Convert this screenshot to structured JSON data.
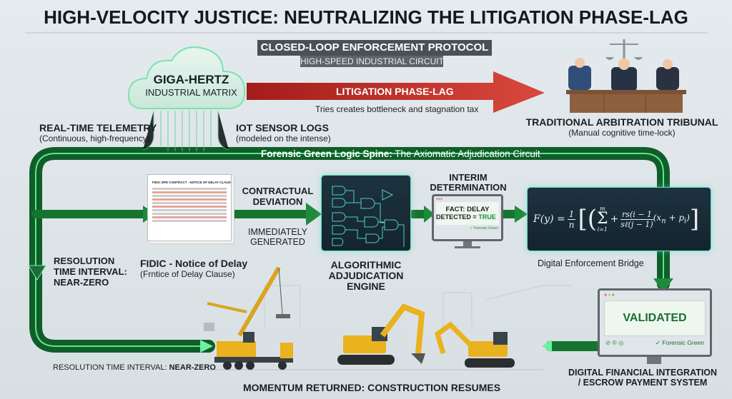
{
  "title": "HIGH-VELOCITY JUSTICE: NEUTRALIZING THE LITIGATION PHASE-LAG",
  "protocol": {
    "title": "CLOSED-LOOP ENFORCEMENT PROTOCOL",
    "subtitle": "HIGH-SPEED INDUSTRIAL CIRCUIT"
  },
  "cloud": {
    "title": "GIGA-HERTZ",
    "subtitle": "INDUSTRIAL MATRIX"
  },
  "telemetry": {
    "title": "REAL-TIME TELEMETRY",
    "subtitle": "(Continuous, high-frequency)"
  },
  "iot": {
    "title": "IOT SENSOR LOGS",
    "subtitle": "(modeled on the intense)"
  },
  "lag": {
    "title": "LITIGATION PHASE-LAG",
    "subtitle": "Tries creates bottleneck and stagnation tax"
  },
  "tribunal": {
    "title": "TRADITIONAL ARBITRATION TRIBUNAL",
    "subtitle": "(Manual cognitive time-lock)"
  },
  "spine": {
    "bold": "Forensic Green Logic Spine:",
    "rest": " The Axiomatic Adjudication Circuit"
  },
  "document": {
    "heading": "FIDIC EPE CONTRACT - NOTICE OF DELAY CLAUSE",
    "title": "FIDIC - Notice of Delay",
    "subtitle": "(Frntice of Delay Clause)"
  },
  "deviation": {
    "line1": "CONTRACTUAL",
    "line2": "DEVIATION",
    "gen1": "IMMEDIATELY",
    "gen2": "GENERATED"
  },
  "engine": {
    "line1": "ALGORITHMIC",
    "line2": "ADJUDICATION",
    "line3": "ENGINE"
  },
  "interim": {
    "line1": "INTERIM",
    "line2": "DETERMINATION",
    "fact1": "FACT: DELAY",
    "fact2a": "DETECTED = ",
    "fact2b": "TRUE",
    "badge": "✓ Forensic Green"
  },
  "formula": {
    "lhs": "F(y) = ",
    "frac_num": "1",
    "frac_den": "n",
    "sum_top": "m",
    "sum_bot": "i=1",
    "inner_num": "rs(i − 1",
    "inner_den": "sℓ(j − 1)",
    "tail": "(x",
    "tail_sub": "n",
    "tail2": " + p",
    "tail2_sub": "i",
    "tail3": ")",
    "label": "Digital Enforcement Bridge"
  },
  "resolution_left": {
    "line1": "RESOLUTION",
    "line2": "TIME INTERVAL:",
    "line3": "NEAR-ZERO"
  },
  "resolution_bottom": {
    "prefix": "RESOLUTION TIME INTERVAL: ",
    "value": "NEAR-ZERO"
  },
  "validated": {
    "status": "VALIDATED",
    "badge": "✓ Forensic Green",
    "label1": "DIGITAL FINANCIAL INTEGRATION",
    "label2": "/ ESCROW PAYMENT SYSTEM"
  },
  "momentum": "MOMENTUM RETURNED: CONSTRUCTION RESUMES",
  "colors": {
    "green": "#1f8a3c",
    "green_glow": "#6ef0a0",
    "red": "#c0302a",
    "dark_panel": "#1a2d38",
    "yellow": "#e9b21e"
  }
}
